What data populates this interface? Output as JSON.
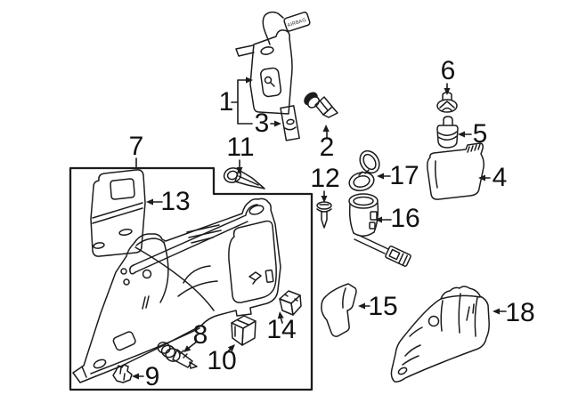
{
  "colors": {
    "background": "#ffffff",
    "line": "#1c1c1c",
    "text": "#111111"
  },
  "airbag_tag": {
    "text": "AIRBAG"
  },
  "callouts": [
    {
      "number": "1"
    },
    {
      "number": "2"
    },
    {
      "number": "3"
    },
    {
      "number": "4"
    },
    {
      "number": "5"
    },
    {
      "number": "6"
    },
    {
      "number": "7"
    },
    {
      "number": "8"
    },
    {
      "number": "9"
    },
    {
      "number": "10"
    },
    {
      "number": "11"
    },
    {
      "number": "12"
    },
    {
      "number": "13"
    },
    {
      "number": "14"
    },
    {
      "number": "15"
    },
    {
      "number": "16"
    },
    {
      "number": "17"
    },
    {
      "number": "18"
    }
  ]
}
